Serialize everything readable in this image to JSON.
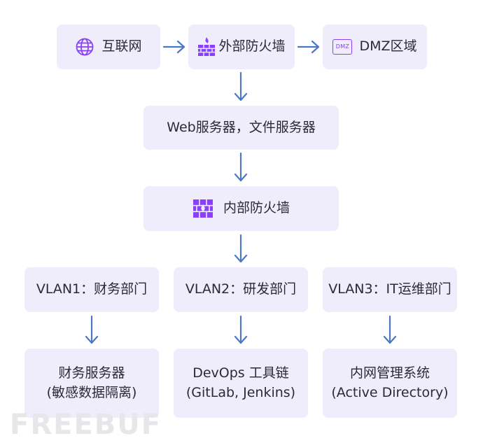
{
  "nodes": {
    "internet": "互联网",
    "ext_fw": "外部防火墙",
    "dmz": "DMZ区域",
    "dmz_icon_text": "DMZ",
    "servers": "Web服务器，文件服务器",
    "int_fw": "内部防火墙",
    "vlan1": "VLAN1：财务部门",
    "vlan2": "VLAN2：研发部门",
    "vlan3": "VLAN3：IT运维部门",
    "fin_l1": "财务服务器",
    "fin_l2": "(敏感数据隔离)",
    "dev_l1": "DevOps 工具链",
    "dev_l2": "(GitLab, Jenkins)",
    "it_l1": "内网管理系统",
    "it_l2": "(Active Directory)"
  },
  "icons": {
    "internet": "globe-icon",
    "ext_fw": "firewall-icon",
    "dmz": "dmz-icon",
    "int_fw": "firewall-icon"
  },
  "colors": {
    "node_bg": "#efedfb",
    "icon": "#8a3ffc",
    "arrow": "#4a78c4"
  },
  "watermark": "FREEBUF"
}
